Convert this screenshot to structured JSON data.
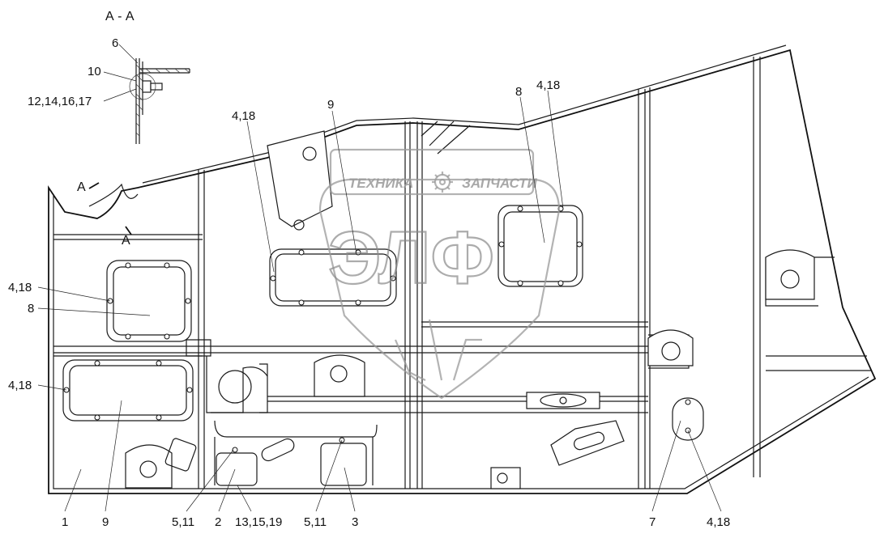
{
  "section": {
    "title": "А - А",
    "marker_top": "А",
    "marker_bottom": "А"
  },
  "callouts": [
    {
      "id": "c6",
      "text": "6"
    },
    {
      "id": "c10",
      "text": "10"
    },
    {
      "id": "c12",
      "text": "12,14,16,17"
    },
    {
      "id": "c418a",
      "text": "4,18"
    },
    {
      "id": "c9a",
      "text": "9"
    },
    {
      "id": "c8a",
      "text": "8"
    },
    {
      "id": "c418b",
      "text": "4,18"
    },
    {
      "id": "c418c",
      "text": "4,18"
    },
    {
      "id": "c8b",
      "text": "8"
    },
    {
      "id": "c418d",
      "text": "4,18"
    },
    {
      "id": "c1",
      "text": "1"
    },
    {
      "id": "c9b",
      "text": "9"
    },
    {
      "id": "c511a",
      "text": "5,11"
    },
    {
      "id": "c2",
      "text": "2"
    },
    {
      "id": "c131519",
      "text": "13,15,19"
    },
    {
      "id": "c511b",
      "text": "5,11"
    },
    {
      "id": "c3",
      "text": "3"
    },
    {
      "id": "c7",
      "text": "7"
    },
    {
      "id": "c418e",
      "text": "4,18"
    }
  ],
  "watermark": {
    "left_word": "ТЕХНИКА",
    "right_word": "ЗАПЧАСТИ",
    "monogram": "ЭЛФ",
    "gear_icon": "gear-icon"
  }
}
